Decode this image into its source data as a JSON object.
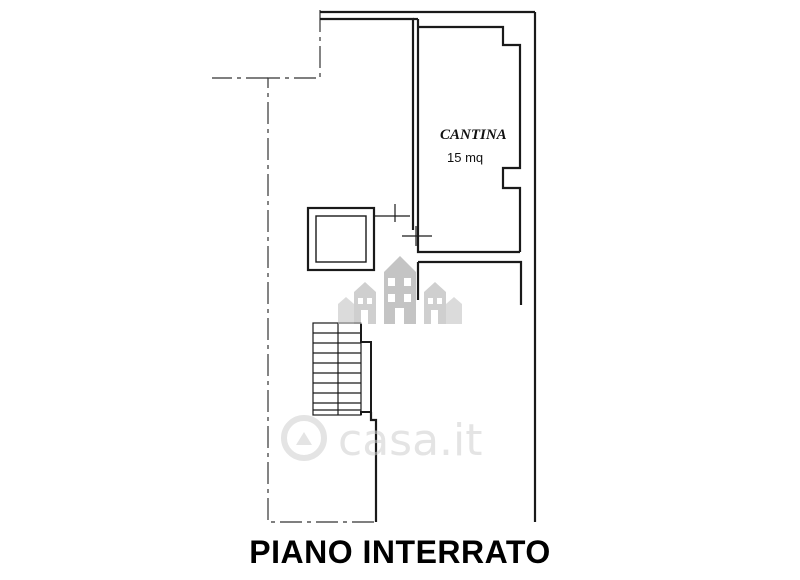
{
  "plan": {
    "room_name": "CANTINA",
    "room_area": "15 mq",
    "floor_title": "PIANO INTERRATO"
  },
  "watermark": {
    "text": "casa.it",
    "icon": "house-buildings-logo-icon"
  },
  "colors": {
    "wall": "#1a1a1a",
    "dash": "#333333",
    "watermark": "#bdbdbd"
  }
}
